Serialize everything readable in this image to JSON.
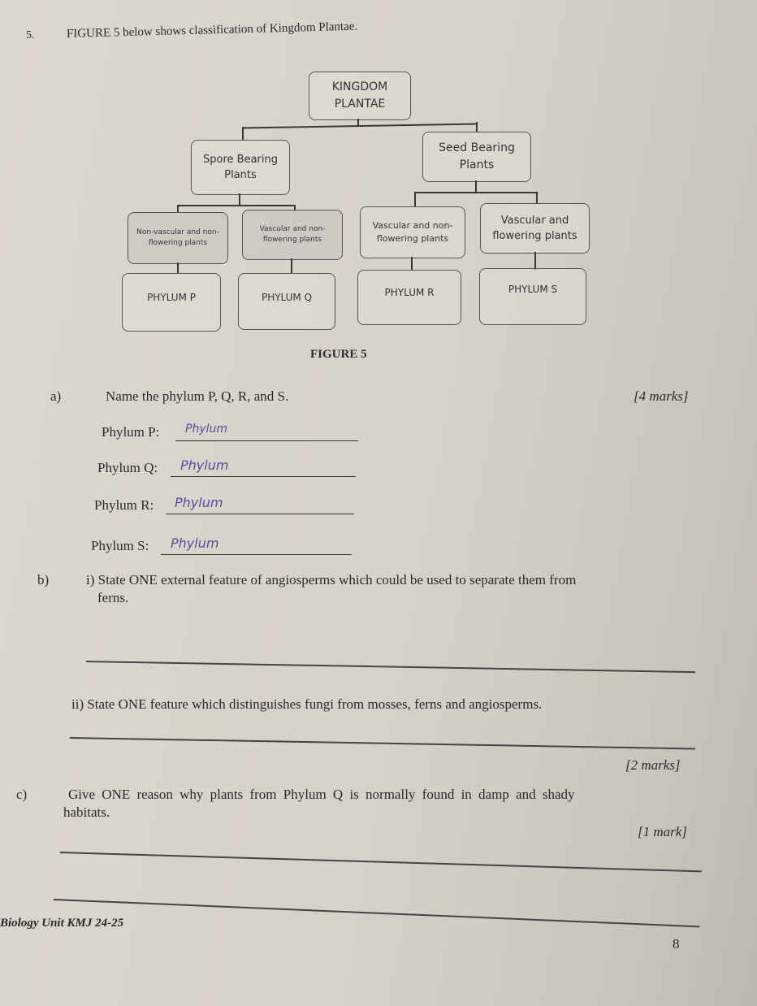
{
  "question_number": "5.",
  "intro": "FIGURE 5 below shows classification of Kingdom Plantae.",
  "diagram": {
    "root": "KINGDOM PLANTAE",
    "spore": "Spore Bearing Plants",
    "seed": "Seed Bearing Plants",
    "nonvascular": "Non-vascular and non-flowering plants",
    "vascular_nonflowering_spore": "Vascular and non-flowering plants",
    "vascular_nonflowering_seed": "Vascular and non-flowering plants",
    "vascular_flowering": "Vascular and flowering plants",
    "phylum_p": "PHYLUM P",
    "phylum_q": "PHYLUM Q",
    "phylum_r": "PHYLUM R",
    "phylum_s": "PHYLUM S"
  },
  "figure_caption": "FIGURE 5",
  "part_a": {
    "label": "a)",
    "question": "Name the phylum P, Q, R, and S.",
    "marks": "[4 marks]",
    "answers": [
      {
        "label": "Phylum P:",
        "handwritten": "Phylum"
      },
      {
        "label": "Phylum Q:",
        "handwritten": "Phylum"
      },
      {
        "label": "Phylum R:",
        "handwritten": "Phylum"
      },
      {
        "label": "Phylum S:",
        "handwritten": "Phylum"
      }
    ]
  },
  "part_b": {
    "label": "b)",
    "q1": "i) State ONE external feature of angiosperms which could be used to separate them from",
    "q1_cont": "ferns.",
    "q2": "ii) State ONE feature which distinguishes fungi from mosses, ferns and angiosperms.",
    "marks": "[2 marks]"
  },
  "part_c": {
    "label": "c)",
    "question": "Give ONE reason why plants from Phylum Q is normally found in damp and shady",
    "question_cont": "habitats.",
    "marks": "[1 mark]"
  },
  "footer": {
    "course": "Biology Unit KMJ 24-25",
    "page": "8"
  }
}
